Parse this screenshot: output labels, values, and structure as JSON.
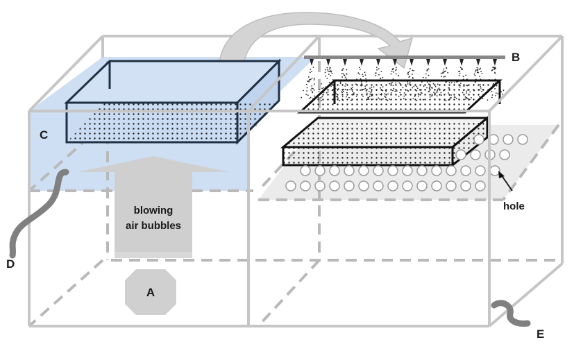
{
  "labels": {
    "a": "A",
    "b": "B",
    "c": "C",
    "d": "D",
    "e": "E",
    "hole": "hole",
    "blowing_line1": "blowing",
    "blowing_line2": "air bubbles"
  },
  "colors": {
    "tank_line": "#c6c6c6",
    "dashed_line": "#b9b9b9",
    "water_fill": "#c9dcf2",
    "box_fill": "#d2e2f4",
    "box_stroke": "#1f2f44",
    "tray_fill": "#ebebeb",
    "arrow_fill": "#cfcfcf",
    "pipe": "#808080",
    "spray": "#222222",
    "text": "#1a1a1a"
  },
  "icons": {
    "bubble_generator": "octagon",
    "flow_arrow": "curved-arrow",
    "spray_nozzle": "nozzle-icon",
    "hole_pointer": "arrow-icon"
  }
}
